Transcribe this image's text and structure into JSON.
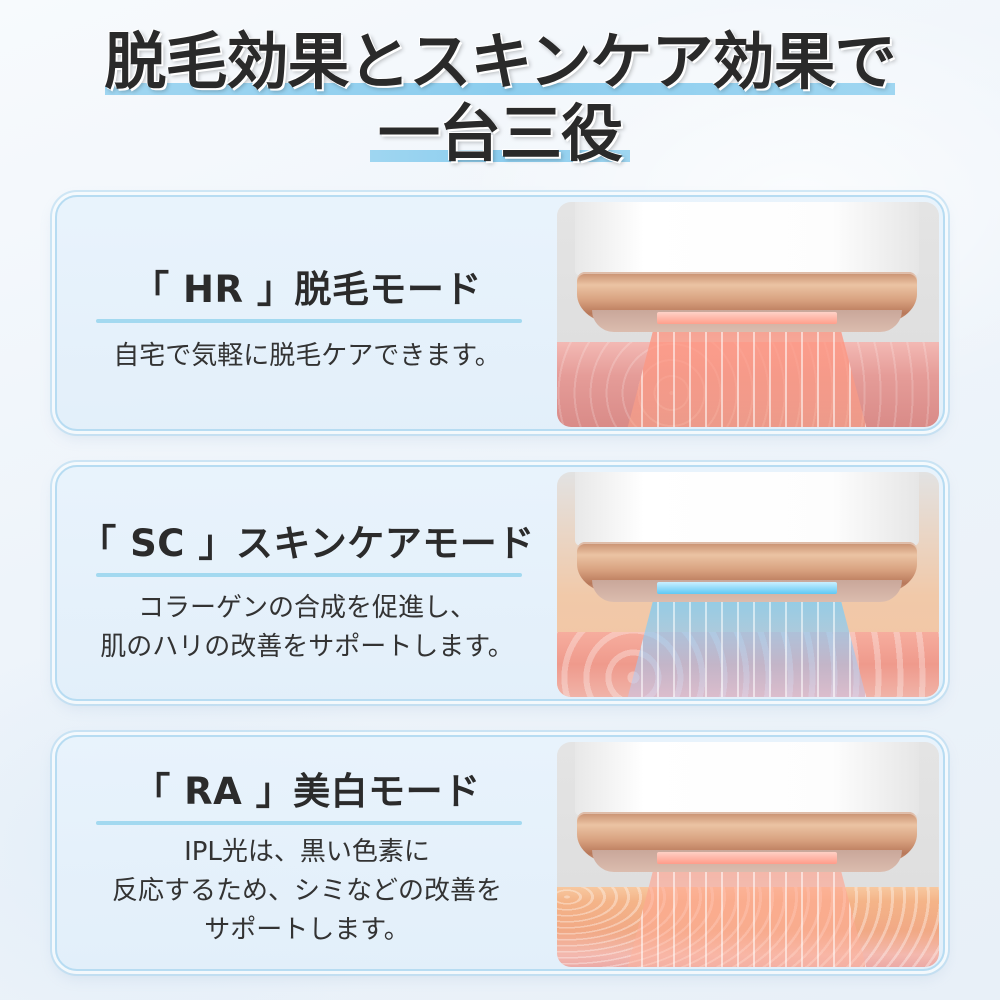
{
  "title": {
    "line1": "脱毛効果とスキンケア効果で",
    "line2": "一台三役",
    "highlight_color": "#8fd0ef",
    "text_color": "#2a2a2a"
  },
  "modes": [
    {
      "code": "HR",
      "heading": "「 HR 」脱毛モード",
      "body_lines": [
        "自宅で気軽に脱毛ケアできます。"
      ],
      "illustration": "hair-removal-red-light-on-skin",
      "light_color": "#ff9f8c"
    },
    {
      "code": "SC",
      "heading": "「 SC 」スキンケアモード",
      "body_lines": [
        "コラーゲンの合成を促進し、",
        "肌のハリの改善をサポートします。"
      ],
      "illustration": "skincare-blue-light-on-skin",
      "light_color": "#5fc8f5"
    },
    {
      "code": "RA",
      "heading": "「 RA 」美白モード",
      "body_lines": [
        "IPL光は、黒い色素に",
        "反応するため、シミなどの改善を",
        "サポートします。"
      ],
      "illustration": "whitening-red-light-on-skin",
      "light_color": "#ff9c8a"
    }
  ],
  "colors": {
    "panel_border": "#b7dcf2",
    "divider": "#a3d9f0",
    "device_rose_gold": "#d7a07e"
  }
}
